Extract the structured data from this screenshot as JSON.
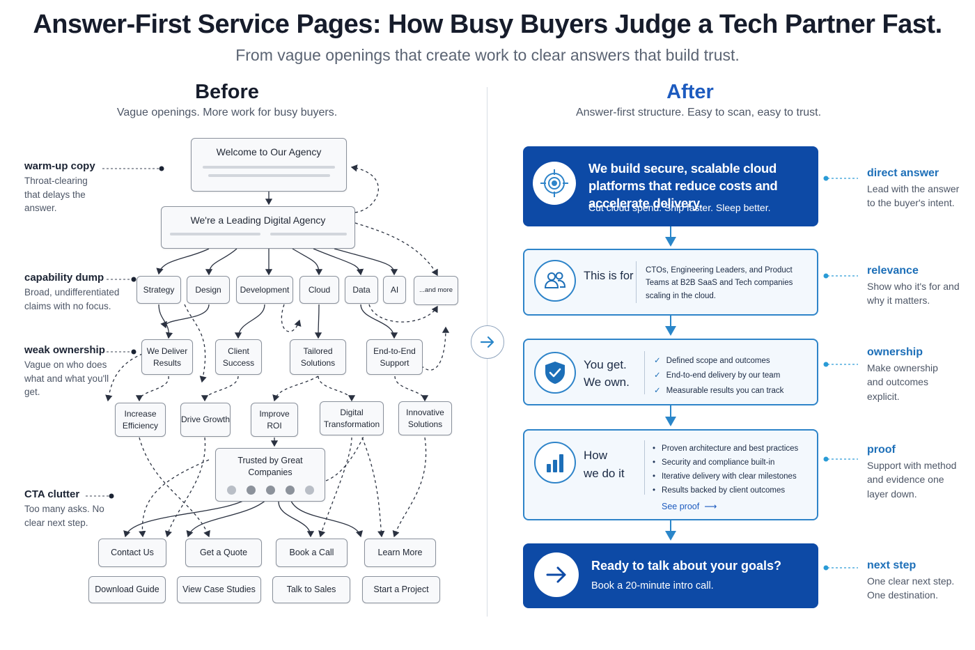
{
  "header": {
    "title": "Answer-First Service Pages: How Busy Buyers Judge a Tech Partner Fast.",
    "subtitle": "From vague openings that create work to clear answers that build trust."
  },
  "before": {
    "heading": "Before",
    "subheading": "Vague openings. More work for busy buyers.",
    "welcome": "Welcome to Our Agency",
    "leading": "We're a Leading Digital Agency",
    "capabilities": [
      "Strategy",
      "Design",
      "Development",
      "Cloud",
      "Data",
      "AI",
      "...and more"
    ],
    "claims": [
      "We Deliver Results",
      "Client Success",
      "Tailored Solutions",
      "End-to-End Support"
    ],
    "outcomes": [
      "Increase Efficiency",
      "Drive Growth",
      "Improve ROI",
      "Digital Transformation",
      "Innovative Solutions"
    ],
    "trusted": "Trusted by Great Companies",
    "ctas_row1": [
      "Contact Us",
      "Get a Quote",
      "Book a Call",
      "Learn More"
    ],
    "ctas_row2": [
      "Download Guide",
      "View Case Studies",
      "Talk to Sales",
      "Start a Project"
    ],
    "annotations": [
      {
        "title": "warm-up copy",
        "text": "Throat-clearing that delays the answer."
      },
      {
        "title": "capability dump",
        "text": "Broad, undifferentiated claims with no focus."
      },
      {
        "title": "weak ownership",
        "text": "Vague on who does what and what you'll get."
      },
      {
        "title": "CTA clutter",
        "text": "Too many asks. No clear next step."
      }
    ]
  },
  "after": {
    "heading": "After",
    "subheading": "Answer-first structure. Easy to scan, easy to trust.",
    "hero": {
      "headline": "We build secure, scalable cloud platforms that reduce costs and accelerate delivery.",
      "tagline": "Cut cloud spend. Ship faster. Sleep better."
    },
    "for": {
      "label": "This is for",
      "text": "CTOs, Engineering Leaders, and Product Teams at B2B SaaS and Tech companies scaling in the cloud."
    },
    "own": {
      "label1": "You get.",
      "label2": "We own.",
      "items": [
        "Defined scope and outcomes",
        "End-to-end delivery by our team",
        "Measurable results you can track"
      ]
    },
    "how": {
      "label1": "How",
      "label2": "we do it",
      "items": [
        "Proven architecture and best practices",
        "Security and compliance built-in",
        "Iterative delivery with clear milestones",
        "Results backed by client outcomes"
      ],
      "link": "See proof"
    },
    "cta": {
      "headline": "Ready to talk about your goals?",
      "sub": "Book a 20-minute intro call."
    },
    "annotations": [
      {
        "title": "direct answer",
        "text": "Lead with the answer to the buyer's intent."
      },
      {
        "title": "relevance",
        "text": "Show who it's for and why it matters."
      },
      {
        "title": "ownership",
        "text": "Make ownership and outcomes explicit."
      },
      {
        "title": "proof",
        "text": "Support with method and evidence one layer down."
      },
      {
        "title": "next step",
        "text": "One clear next step. One destination."
      }
    ]
  },
  "colors": {
    "brand_dark": "#0d4aa6",
    "accent": "#2e84c9",
    "annotation": "#1d6fb8"
  }
}
